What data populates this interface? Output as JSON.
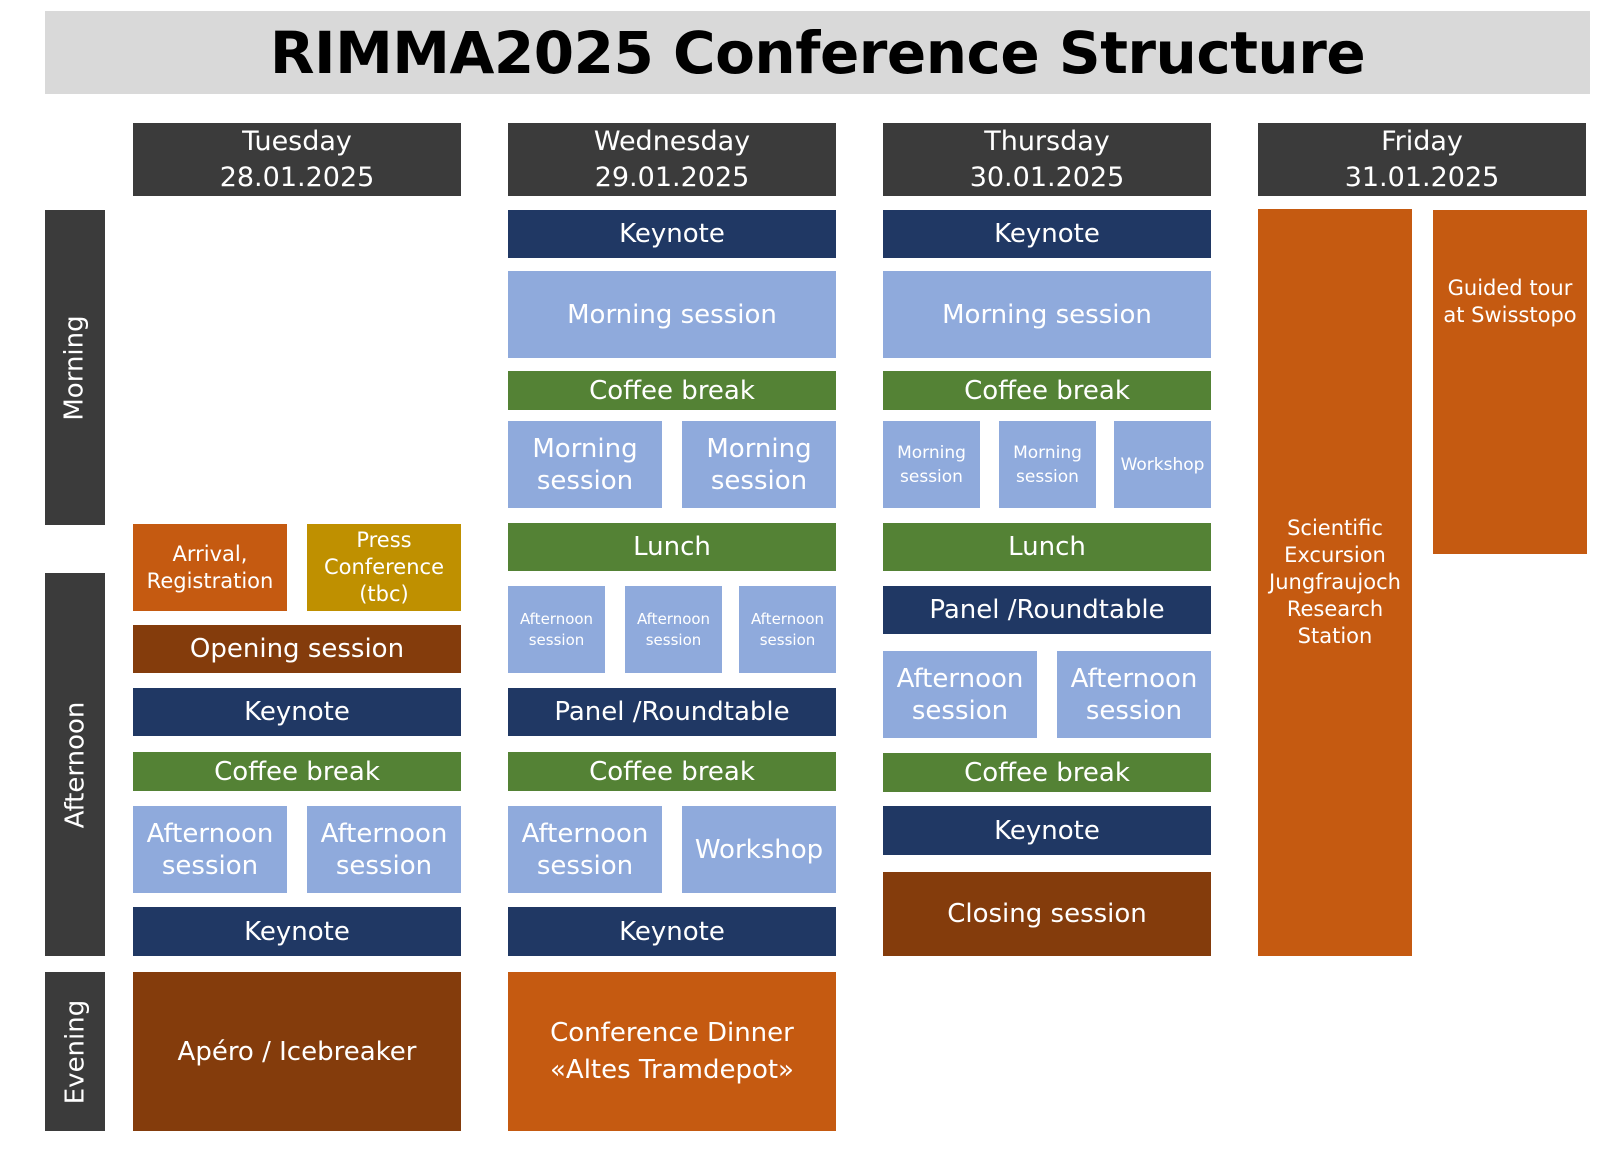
{
  "title": "RIMMA2025 Conference Structure",
  "periods": {
    "morning": "Morning",
    "afternoon": "Afternoon",
    "evening": "Evening"
  },
  "days": [
    {
      "name": "Tuesday",
      "date": "28.01.2025"
    },
    {
      "name": "Wednesday",
      "date": "29.01.2025"
    },
    {
      "name": "Thursday",
      "date": "30.01.2025"
    },
    {
      "name": "Friday",
      "date": "31.01.2025"
    }
  ],
  "tuesday": {
    "arrival": "Arrival,\nRegistration",
    "press": "Press\nConference\n(tbc)",
    "opening": "Opening session",
    "keynote1": "Keynote",
    "coffee": "Coffee break",
    "afternoon1": "Afternoon\nsession",
    "afternoon2": "Afternoon\nsession",
    "keynote2": "Keynote",
    "apero": "Apéro / Icebreaker"
  },
  "wednesday": {
    "keynote1": "Keynote",
    "morning": "Morning session",
    "coffee1": "Coffee break",
    "morning_a": "Morning\nsession",
    "morning_b": "Morning\nsession",
    "lunch": "Lunch",
    "afternoon_a": "Afternoon\nsession",
    "afternoon_b": "Afternoon\nsession",
    "afternoon_c": "Afternoon\nsession",
    "panel": "Panel /Roundtable",
    "coffee2": "Coffee break",
    "afternoon_d": "Afternoon\nsession",
    "workshop": "Workshop",
    "keynote2": "Keynote",
    "dinner": "Conference Dinner\n«Altes Tramdepot»"
  },
  "thursday": {
    "keynote1": "Keynote",
    "morning": "Morning session",
    "coffee1": "Coffee break",
    "morning_a": "Morning\nsession",
    "morning_b": "Morning\nsession",
    "workshop": "Workshop",
    "lunch": "Lunch",
    "panel": "Panel /Roundtable",
    "afternoon_a": "Afternoon\nsession",
    "afternoon_b": "Afternoon\nsession",
    "coffee2": "Coffee break",
    "keynote2": "Keynote",
    "closing": "Closing session"
  },
  "friday": {
    "excursion": "Scientific\nExcursion\nJungfraujoch\nResearch\nStation",
    "tour": "Guided tour\nat Swisstopo"
  }
}
